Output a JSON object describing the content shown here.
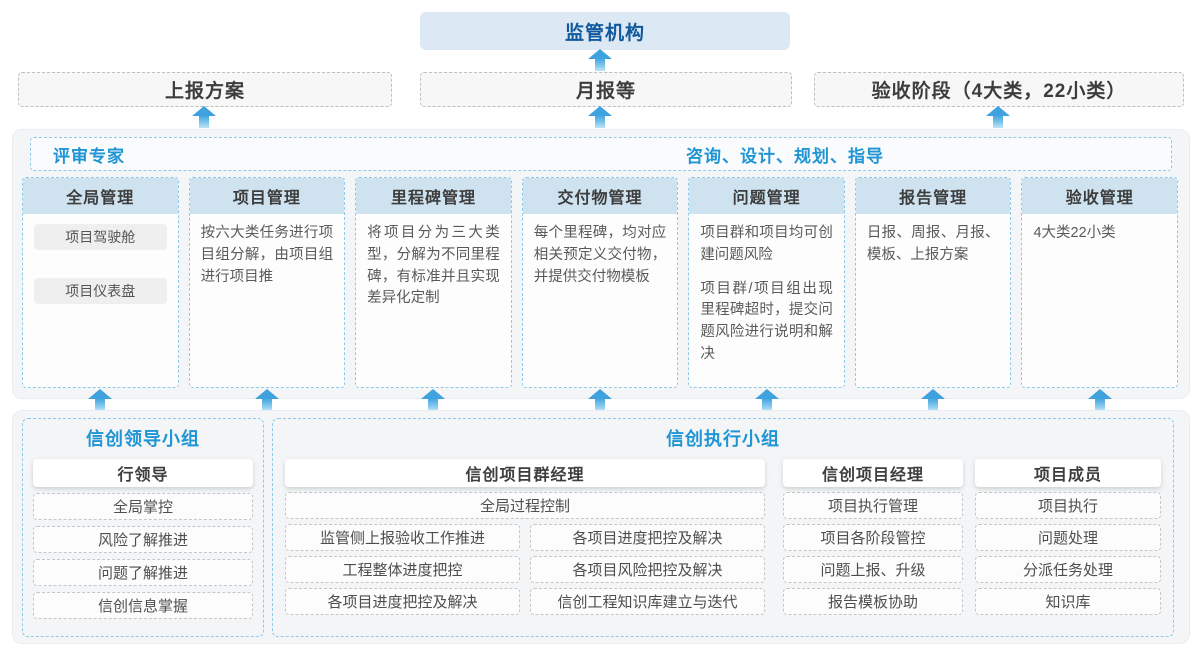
{
  "colors": {
    "title_blue": "#2095d5",
    "regulator_fill": "#dce8f3",
    "regulator_text": "#11599e",
    "column_header_fill": "#cfe2ef",
    "dashed_blue": "#8ec9ea",
    "dashed_gray": "#c6c6c6",
    "panel_gray": "#f4f5f6",
    "arrow_blue": "#3fa2de"
  },
  "top": {
    "regulator": "监管机构",
    "channels": [
      {
        "label": "上报方案"
      },
      {
        "label": "月报等"
      },
      {
        "label": "验收阶段（4大类，22小类）"
      }
    ]
  },
  "middle": {
    "left_title": "评审专家",
    "right_title": "咨询、设计、规划、指导",
    "columns": [
      {
        "header": "全局管理",
        "chips": [
          "项目驾驶舱",
          "项目仪表盘"
        ]
      },
      {
        "header": "项目管理",
        "paragraphs": [
          "按六大类任务进行项目组分解，由项目组进行项目推"
        ]
      },
      {
        "header": "里程碑管理",
        "paragraphs": [
          "将项目分为三大类型，分解为不同里程碑，有标准并且实现差异化定制"
        ]
      },
      {
        "header": "交付物管理",
        "paragraphs": [
          "每个里程碑，均对应相关预定义交付物，并提供交付物模板"
        ]
      },
      {
        "header": "问题管理",
        "paragraphs": [
          "项目群和项目均可创建问题风险",
          "项目群/项目组出现里程碑超时，提交问题风险进行说明和解决"
        ]
      },
      {
        "header": "报告管理",
        "paragraphs": [
          "日报、周报、月报、模板、上报方案"
        ]
      },
      {
        "header": "验收管理",
        "paragraphs": [
          "4大类22小类"
        ]
      }
    ]
  },
  "bottom": {
    "leader_group": {
      "title": "信创领导小组",
      "role": "行领导",
      "items": [
        "全局掌控",
        "风险了解推进",
        "问题了解推进",
        "信创信息掌握"
      ]
    },
    "exec_group": {
      "title": "信创执行小组",
      "program_manager": {
        "role": "信创项目群经理",
        "full_item": "全局过程控制",
        "left_items": [
          "监管侧上报验收工作推进",
          "工程整体进度把控",
          "各项目进度把控及解决"
        ],
        "right_items": [
          "各项目进度把控及解决",
          "各项目风险把控及解决",
          "信创工程知识库建立与迭代"
        ]
      },
      "project_manager": {
        "role": "信创项目经理",
        "items": [
          "项目执行管理",
          "项目各阶段管控",
          "问题上报、升级",
          "报告模板协助"
        ]
      },
      "member": {
        "role": "项目成员",
        "items": [
          "项目执行",
          "问题处理",
          "分派任务处理",
          "知识库"
        ]
      }
    }
  }
}
